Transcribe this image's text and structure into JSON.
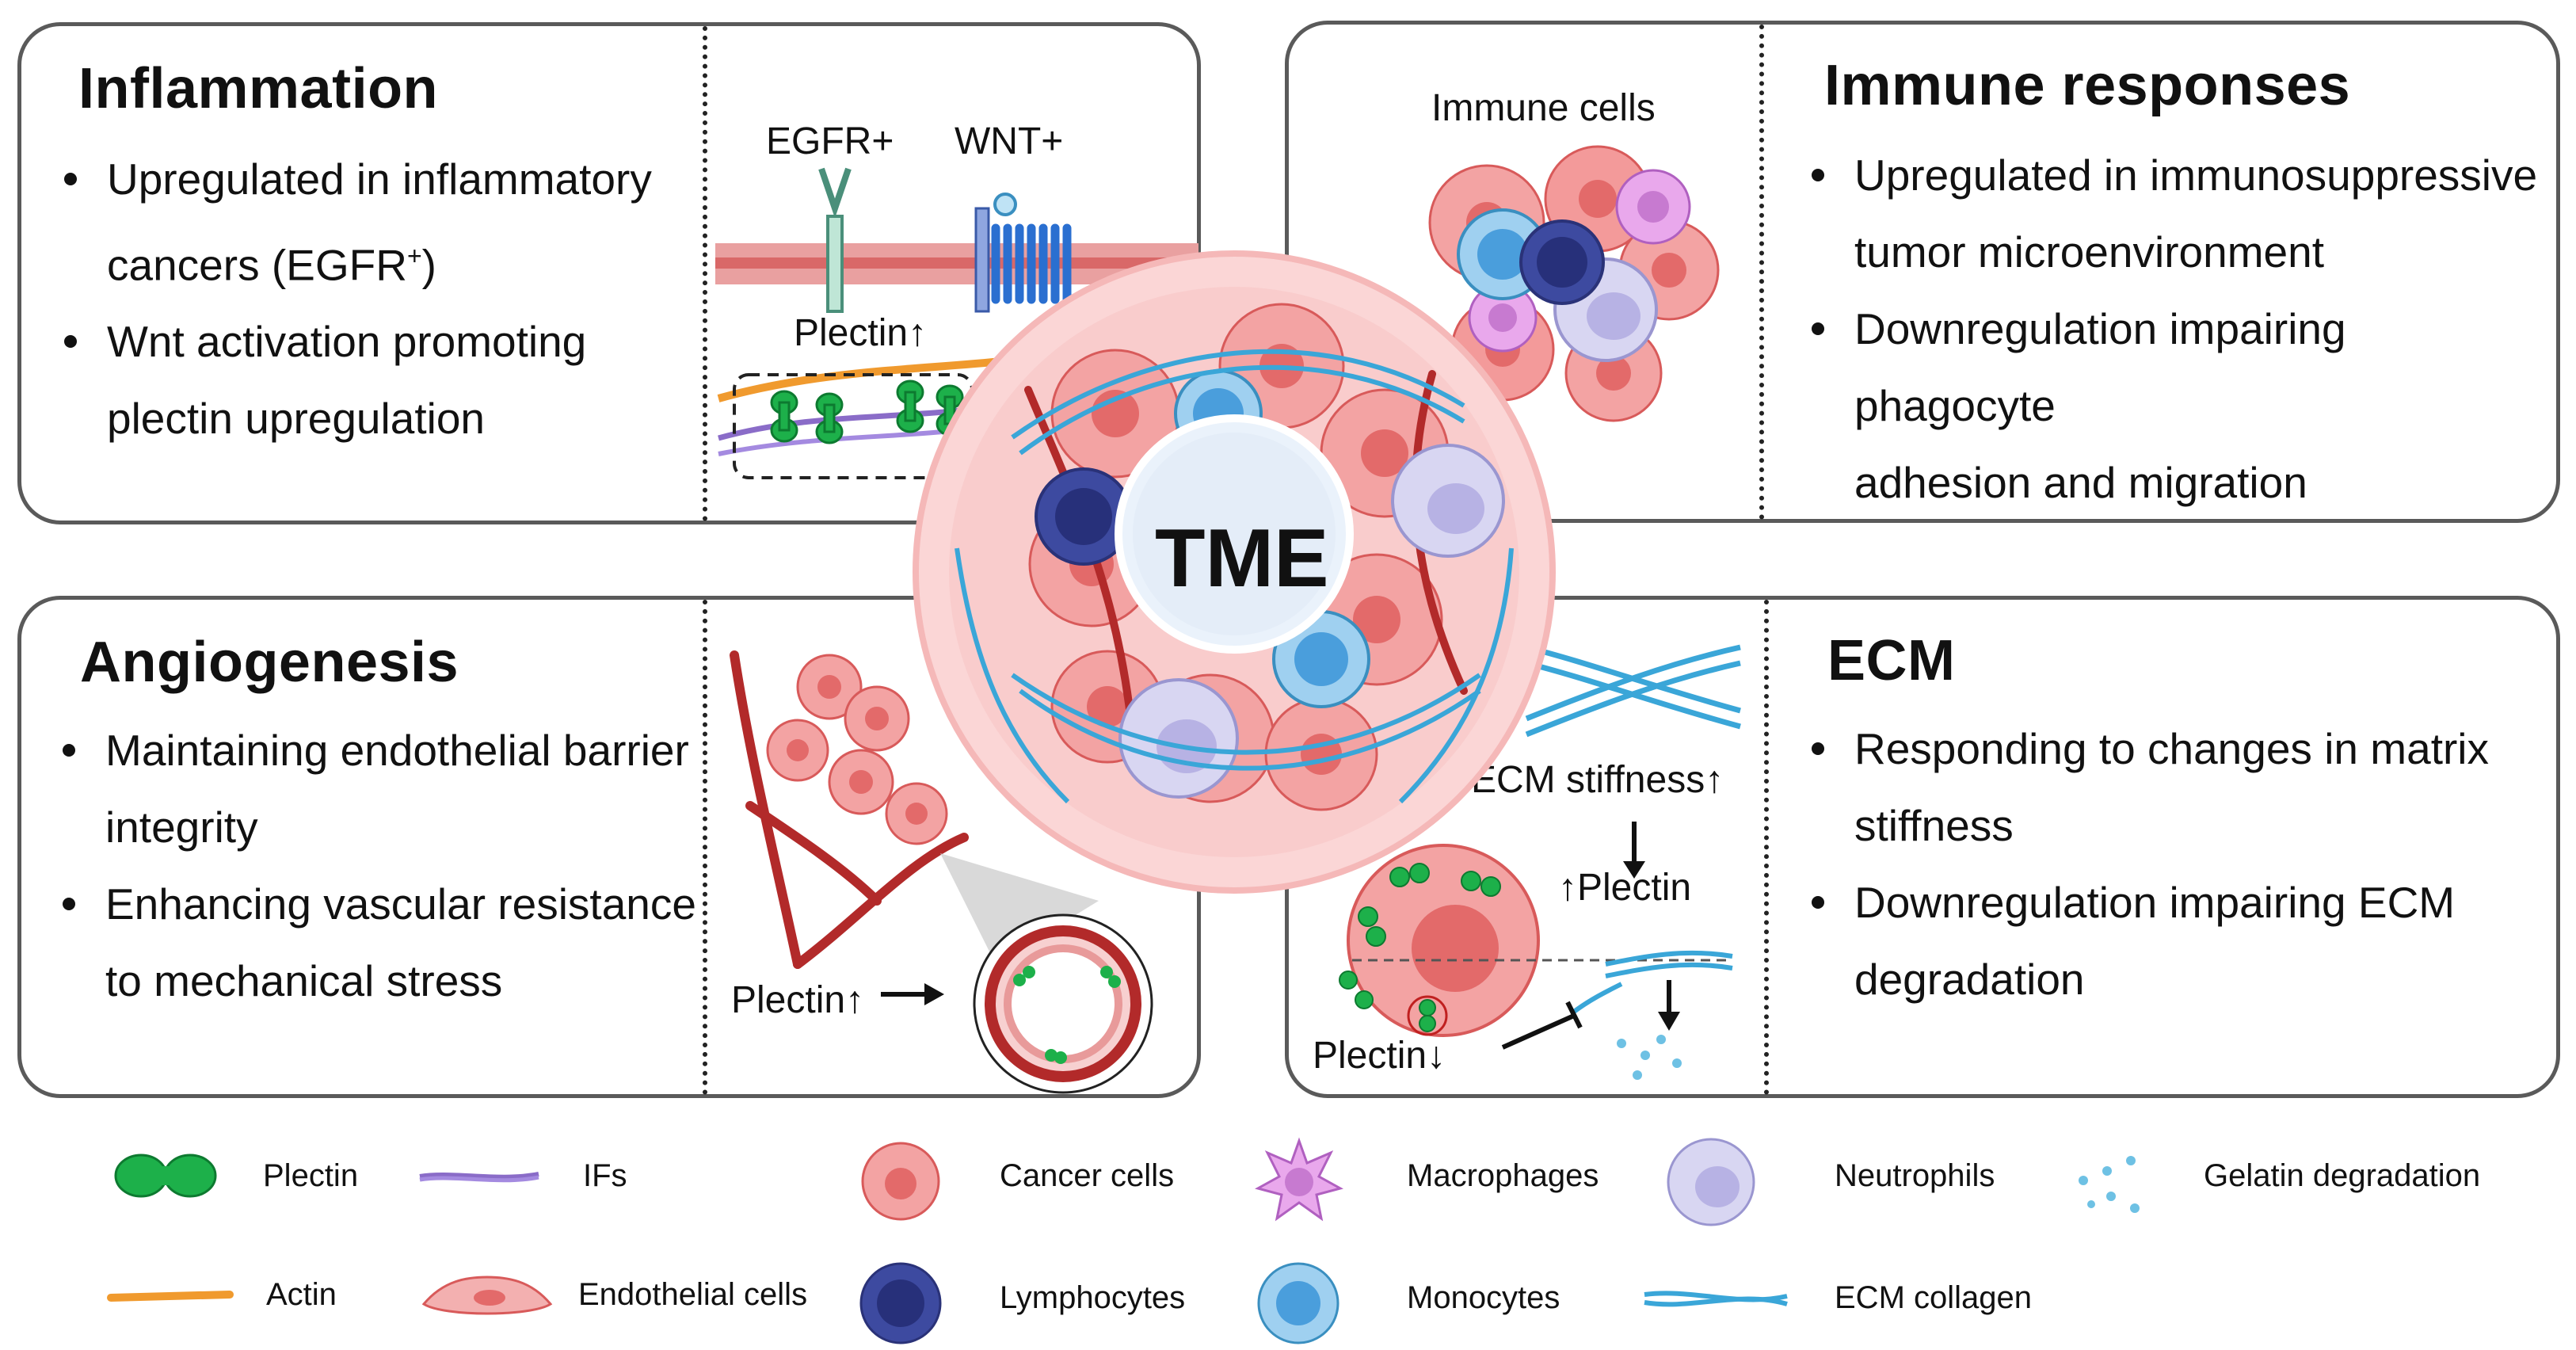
{
  "panels": {
    "inflammation": {
      "title": "Inflammation",
      "bullets": [
        {
          "line1": "Upregulated in inflammatory",
          "line2": "cancers (EGFR",
          "sup": "+",
          "line2_end": ")"
        },
        {
          "line1": "Wnt activation promoting",
          "line2": "plectin upregulation"
        }
      ],
      "labels": {
        "egfr": "EGFR+",
        "wnt": "WNT+",
        "plectin": "Plectin↑"
      }
    },
    "immune": {
      "title": "Immune responses",
      "bullets": [
        {
          "line1": "Upregulated in immunosuppressive",
          "line2": "tumor microenvironment"
        },
        {
          "line1": "Downregulation impairing phagocyte",
          "line2": "adhesion and migration"
        }
      ],
      "labels": {
        "immune_cells": "Immune cells"
      }
    },
    "angiogenesis": {
      "title": "Angiogenesis",
      "bullets": [
        {
          "line1": "Maintaining endothelial barrier",
          "line2": "integrity"
        },
        {
          "line1": "Enhancing vascular resistance",
          "line2": "to mechanical stress"
        }
      ],
      "labels": {
        "plectin": "Plectin↑"
      }
    },
    "ecm": {
      "title": "ECM",
      "bullets": [
        {
          "line1": "Responding to changes in matrix",
          "line2": "stiffness"
        },
        {
          "line1": "Downregulation impairing ECM",
          "line2": "degradation"
        }
      ],
      "labels": {
        "stiffness": "ECM stiffness↑",
        "plectin_up": "↑Plectin",
        "plectin_down": "Plectin↓"
      }
    }
  },
  "center": {
    "label": "TME"
  },
  "legend": {
    "plectin": "Plectin",
    "ifs": "IFs",
    "cancer_cells": "Cancer cells",
    "macrophages": "Macrophages",
    "neutrophils": "Neutrophils",
    "gelatin": "Gelatin degradation",
    "actin": "Actin",
    "endothelial": "Endothelial cells",
    "lymphocytes": "Lymphocytes",
    "monocytes": "Monocytes",
    "collagen": "ECM collagen"
  },
  "colors": {
    "panel_border": "#5a5a5a",
    "plectin_green": "#1db04a",
    "cancer_red": "#f08080",
    "cancer_nucleus": "#e04848",
    "vessel": "#b22a2a",
    "lymphocyte": "#3d4aa0",
    "monocyte": "#8ec6ee",
    "neutrophil": "#cfcdf0",
    "macrophage": "#e39be6",
    "collagen": "#3aa6d8",
    "actin": "#f09a2e",
    "ifs": "#8a6cc8",
    "tme_bg": "#fbd6d6"
  }
}
